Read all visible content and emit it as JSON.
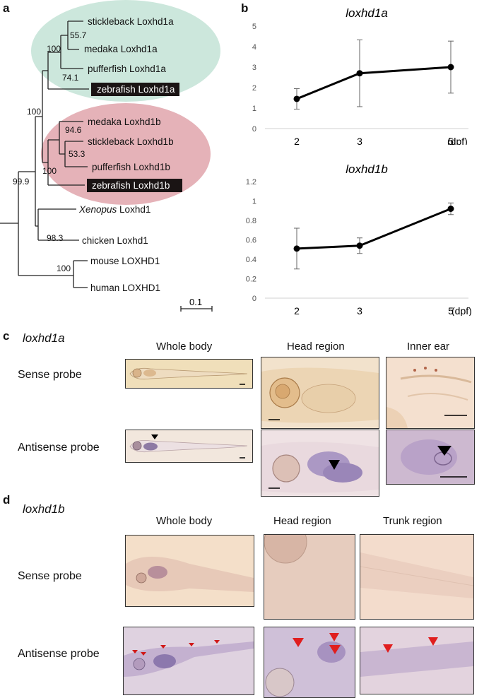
{
  "panels": {
    "a": "a",
    "b": "b",
    "c": "c",
    "d": "d"
  },
  "tree": {
    "taxa": [
      {
        "name": "stickleback Loxhd1a",
        "highlight": false
      },
      {
        "name": "medaka Loxhd1a",
        "highlight": false
      },
      {
        "name": "pufferfish Loxhd1a",
        "highlight": false
      },
      {
        "name": "zebrafish Loxhd1a",
        "highlight": true
      },
      {
        "name": "medaka Loxhd1b",
        "highlight": false
      },
      {
        "name": "stickleback Loxhd1b",
        "highlight": false
      },
      {
        "name": "pufferfish Loxhd1b",
        "highlight": false
      },
      {
        "name": "zebrafish Loxhd1b",
        "highlight": true
      },
      {
        "name_italic": "Xenopus",
        "name_rest": " Loxhd1",
        "highlight": false
      },
      {
        "name": "chicken Loxhd1",
        "highlight": false
      },
      {
        "name": "mouse LOXHD1",
        "highlight": false
      },
      {
        "name": "human LOXHD1",
        "highlight": false
      }
    ],
    "bootstrap": [
      "55.7",
      "100",
      "74.1",
      "100",
      "94.6",
      "53.3",
      "100",
      "99.9",
      "98.3",
      "100"
    ],
    "scale_label": "0.1",
    "colors": {
      "group_a": "#cfe8de",
      "group_b": "#e6b3b8"
    }
  },
  "chart_data": [
    {
      "type": "line",
      "title": "loxhd1a",
      "categories": [
        "2",
        "3",
        "5"
      ],
      "unit_label": "(dpf)",
      "values": [
        1.45,
        2.7,
        3.0
      ],
      "error": [
        0.5,
        1.63,
        1.27
      ],
      "ylim": [
        0,
        5
      ],
      "yticks": [
        "0",
        "1",
        "2",
        "3",
        "4",
        "5"
      ]
    },
    {
      "type": "line",
      "title": "loxhd1b",
      "categories": [
        "2",
        "3",
        "5"
      ],
      "unit_label": "(dpf)",
      "values": [
        0.51,
        0.54,
        0.92
      ],
      "error": [
        0.21,
        0.08,
        0.06
      ],
      "ylim": [
        0,
        1.2
      ],
      "yticks": [
        "0",
        "0.2",
        "0.4",
        "0.6",
        "0.8",
        "1",
        "1.2"
      ]
    }
  ],
  "section_c": {
    "gene": "loxhd1a",
    "columns": [
      "Whole body",
      "Head region",
      "Inner ear"
    ],
    "rows": [
      "Sense probe",
      "Antisense probe"
    ]
  },
  "section_d": {
    "gene": "loxhd1b",
    "columns": [
      "Whole body",
      "Head region",
      "Trunk region"
    ],
    "rows": [
      "Sense probe",
      "Antisense probe"
    ]
  }
}
